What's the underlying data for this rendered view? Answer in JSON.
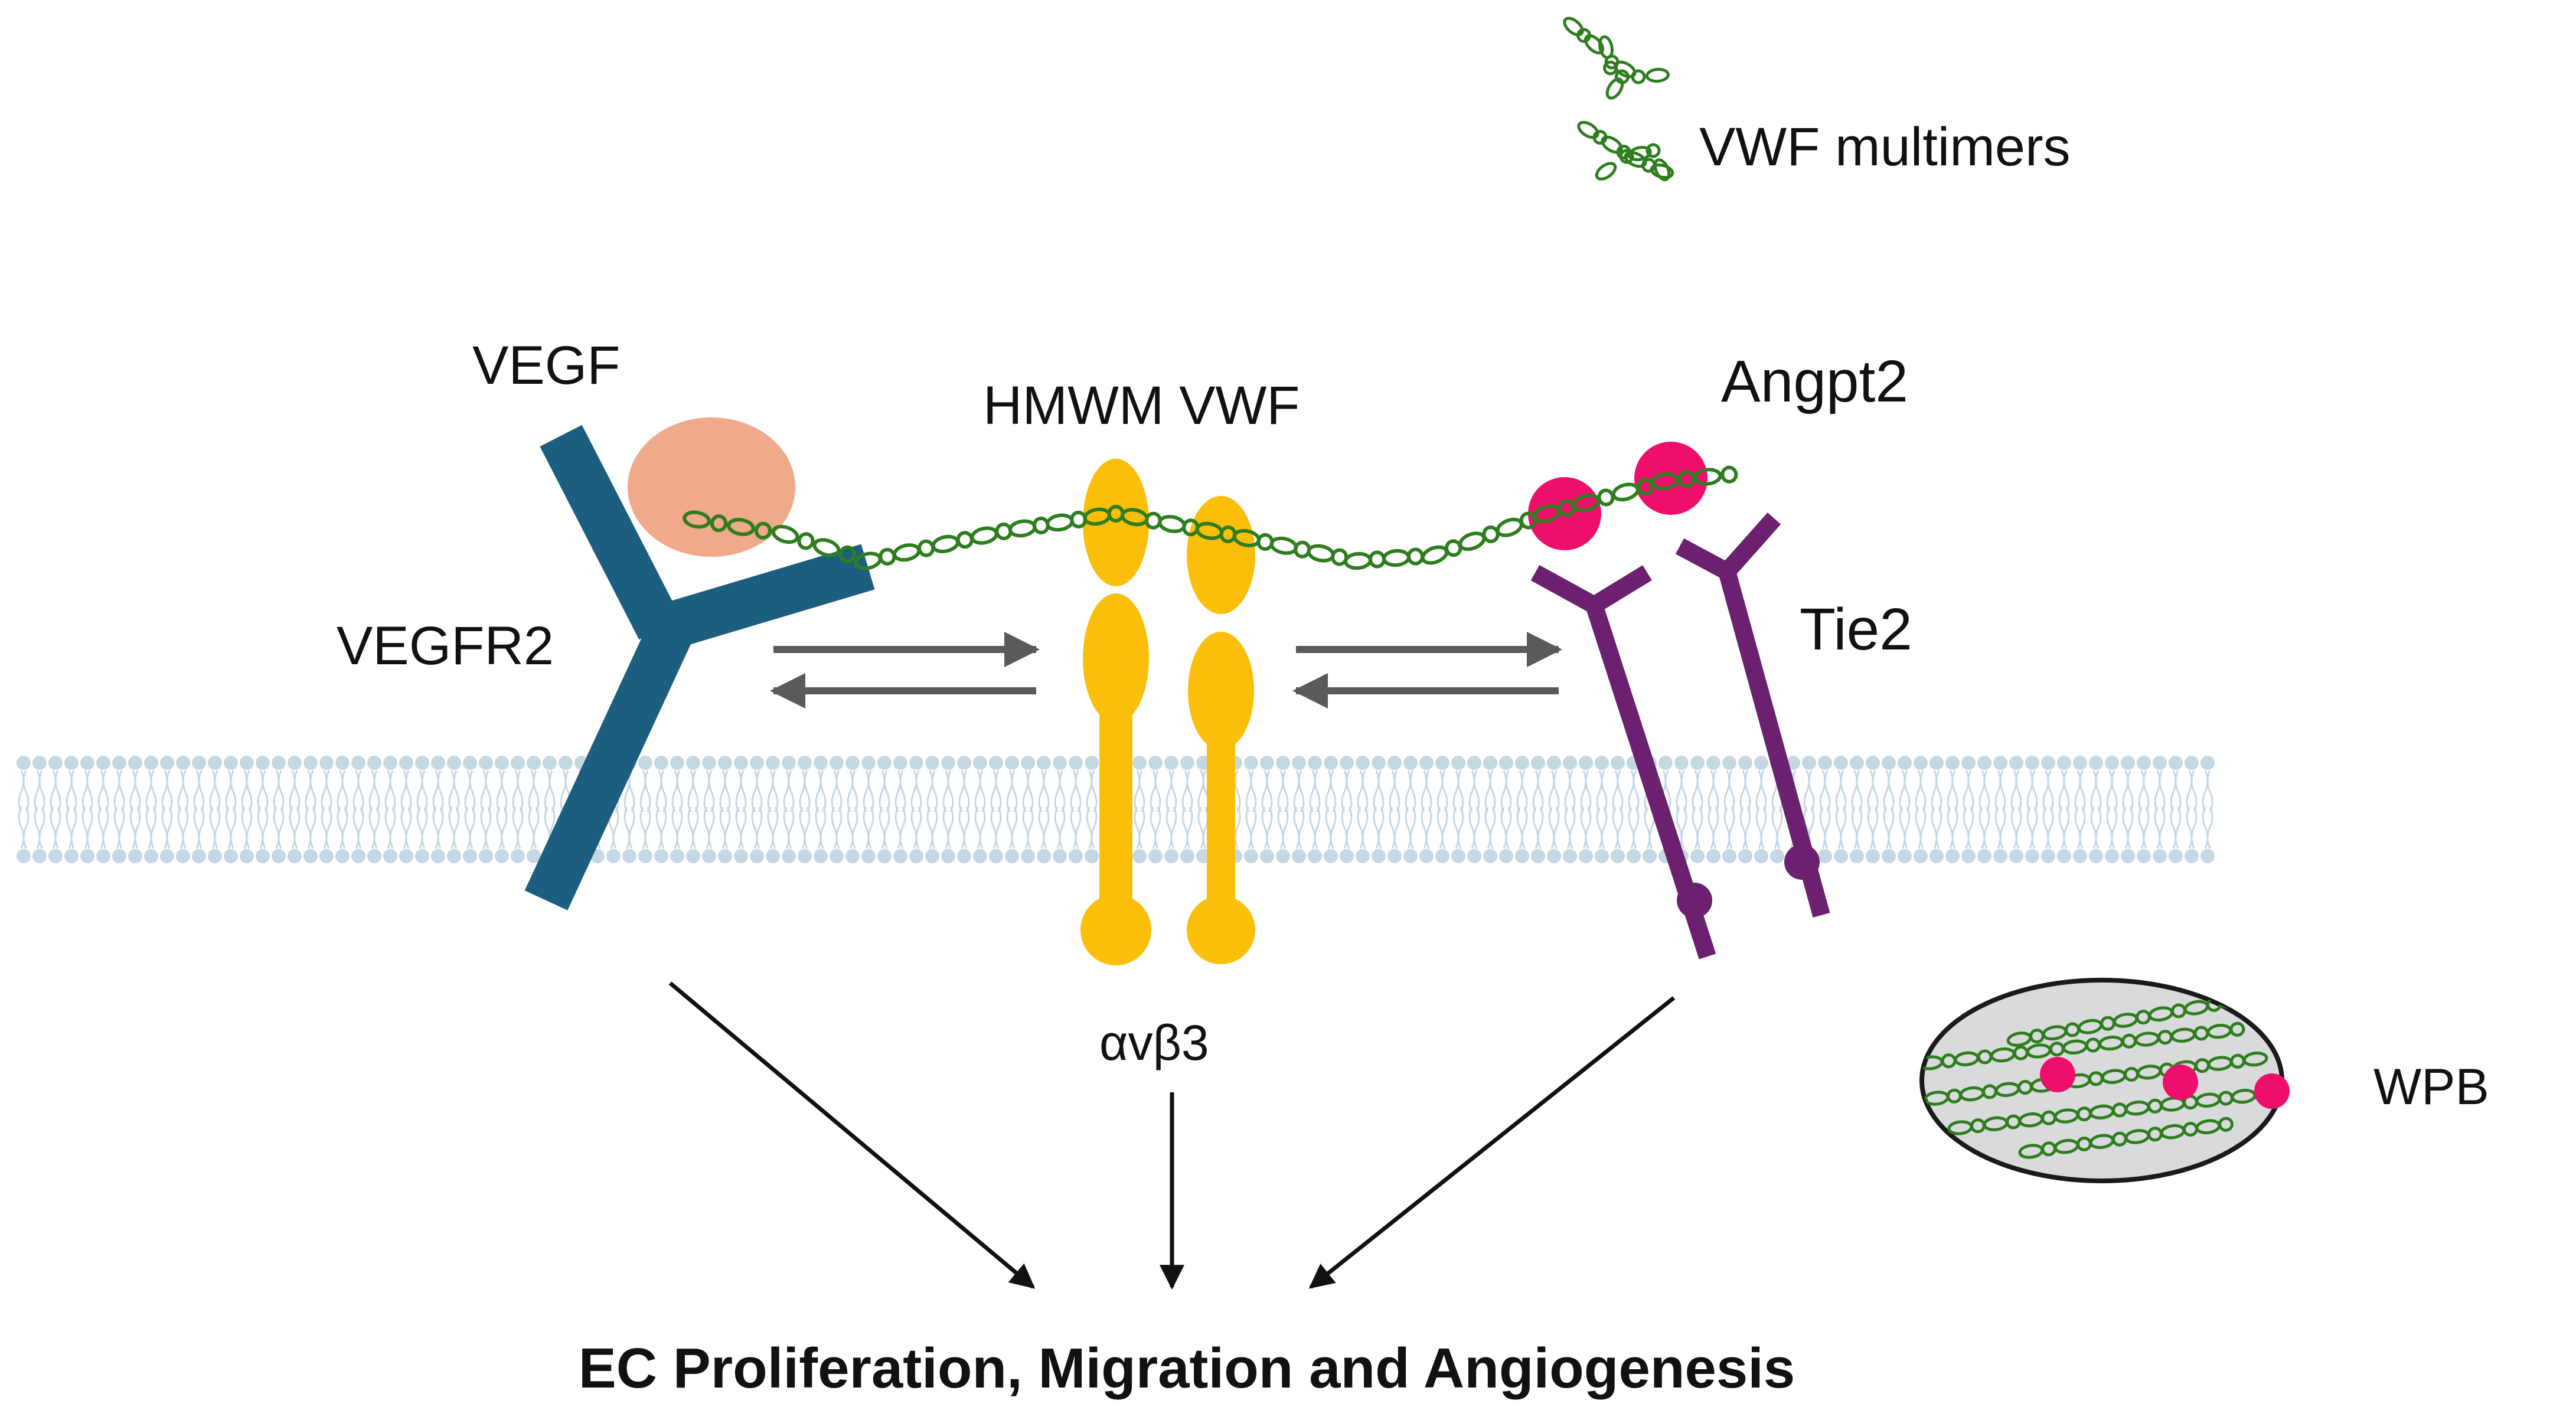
{
  "labels": {
    "vwf_multimers": "VWF multimers",
    "vegf": "VEGF",
    "hmwm_vwf": "HMWM VWF",
    "angpt2": "Angpt2",
    "vegfr2": "VEGFR2",
    "tie2": "Tie2",
    "integrin": "αvβ3",
    "wpb": "WPB",
    "outcome": "EC Proliferation, Migration and Angiogenesis"
  },
  "colors": {
    "vegfr2": "#1b5e7f",
    "vegf": "#f0a98a",
    "integrin": "#fbbf0a",
    "tie2": "#6b2170",
    "angpt2": "#ee0f6b",
    "vwf_chain": "#2e7d1e",
    "membrane": "#c6d7e4",
    "wpb_fill": "#d9dadc",
    "wpb_stroke": "#1a1a1a",
    "arrow_gray": "#5a5a5a",
    "arrow_black": "#111111"
  },
  "icons": {
    "membrane": "lipid-bilayer-icon",
    "vwf": "chain-link-icon",
    "vegfr2": "y-receptor-icon",
    "tie2": "y-receptor-icon",
    "integrin": "integrin-heterodimer-icon",
    "wpb": "weibel-palade-body-icon"
  }
}
